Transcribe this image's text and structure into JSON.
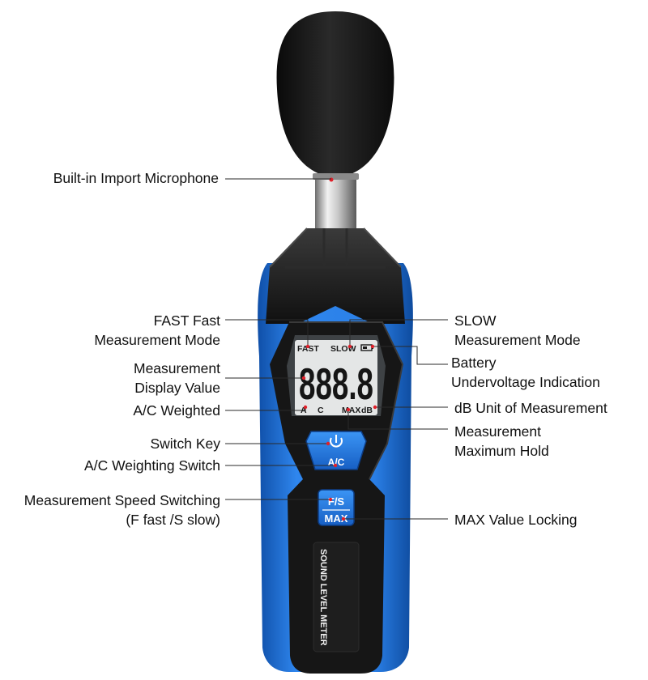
{
  "labels": {
    "microphone": "Built-in Import Microphone",
    "fast_line1": "FAST Fast",
    "fast_line2": "Measurement Mode",
    "display_line1": "Measurement",
    "display_line2": "Display Value",
    "ac_weighted": "A/C Weighted",
    "switch_key": "Switch Key",
    "ac_switch": "A/C Weighting Switch",
    "speed_line1": "Measurement Speed Switching",
    "speed_line2": "(F fast /S slow)",
    "slow_line1": "SLOW",
    "slow_line2": "Measurement Mode",
    "battery_line1": "Battery",
    "battery_line2": "Undervoltage Indication",
    "db_unit": "dB Unit of Measurement",
    "max_hold_line1": "Measurement",
    "max_hold_line2": "Maximum Hold",
    "max_lock": "MAX Value Locking"
  },
  "lcd": {
    "fast": "FAST",
    "slow": "SLOW",
    "digits": "888.8",
    "a": "A",
    "c": "C",
    "max": "MAX",
    "db": "dB"
  },
  "buttons": {
    "ac": "A/C",
    "fs": "F/S",
    "max": "MAX"
  },
  "brand": "SOUND LEVEL METER",
  "colors": {
    "body_blue": "#1f6fd6",
    "body_black": "#141414",
    "lcd": "#e4e6e6",
    "marker_red": "#e0202a"
  }
}
